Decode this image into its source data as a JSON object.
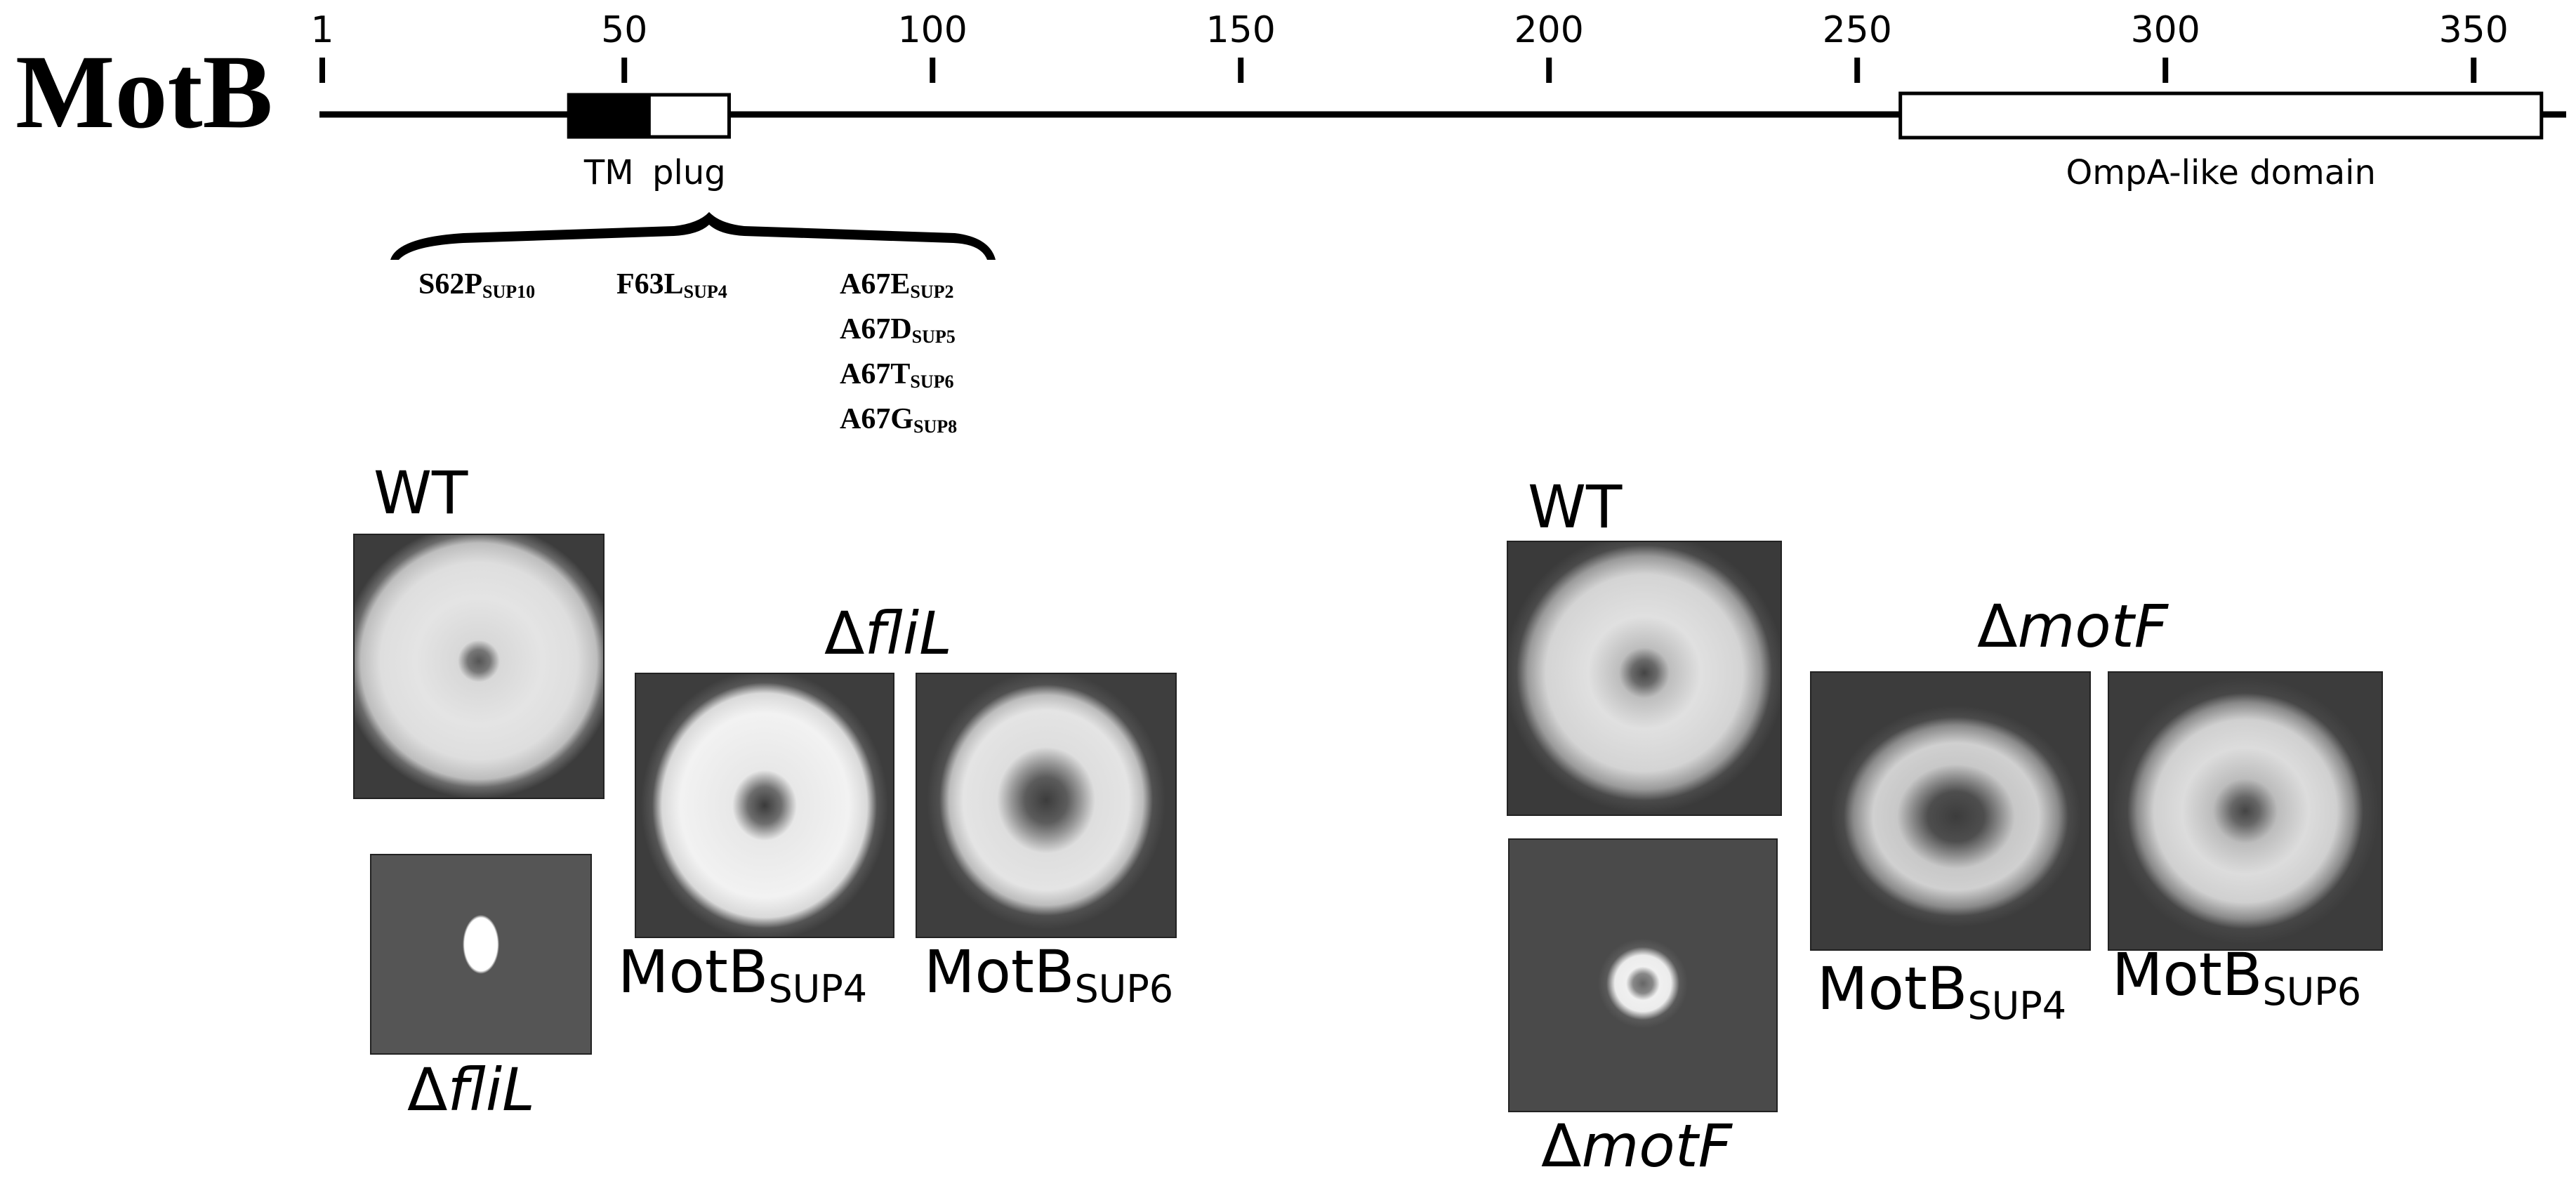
{
  "protein": "MotB",
  "ruler": {
    "ticks": [
      {
        "label": "1",
        "pos": 1
      },
      {
        "label": "50",
        "pos": 50
      },
      {
        "label": "100",
        "pos": 100
      },
      {
        "label": "150",
        "pos": 150
      },
      {
        "label": "200",
        "pos": 200
      },
      {
        "label": "250",
        "pos": 250
      },
      {
        "label": "300",
        "pos": 300
      },
      {
        "label": "350",
        "pos": 350
      }
    ]
  },
  "domains": {
    "tm": {
      "label": "TM",
      "start": 41,
      "end": 54
    },
    "plug": {
      "label": "plug",
      "start": 54,
      "end": 67
    },
    "ompa": {
      "label": "OmpA-like domain",
      "start": 257,
      "end": 361
    }
  },
  "mutations": [
    {
      "name": "S62P",
      "sup": "SUP10"
    },
    {
      "name": "F63L",
      "sup": "SUP4"
    },
    {
      "name": "A67E",
      "sup": "SUP2"
    },
    {
      "name": "A67D",
      "sup": "SUP5"
    },
    {
      "name": "A67T",
      "sup": "SUP6"
    },
    {
      "name": "A67G",
      "sup": "SUP8"
    }
  ],
  "left_panel": {
    "wt_label": "WT",
    "mutant_label": {
      "delta": "Δ",
      "gene": "fliL"
    },
    "group_label": {
      "delta": "Δ",
      "gene": "fliL"
    },
    "sup_a": {
      "base": "MotB",
      "sub": "SUP4"
    },
    "sup_b": {
      "base": "MotB",
      "sub": "SUP6"
    }
  },
  "right_panel": {
    "wt_label": "WT",
    "mutant_label": {
      "delta": "Δ",
      "gene": "motF"
    },
    "group_label": {
      "delta": "Δ",
      "gene": "motF"
    },
    "sup_a": {
      "base": "MotB",
      "sub": "SUP4"
    },
    "sup_b": {
      "base": "MotB",
      "sub": "SUP6"
    }
  },
  "colors": {
    "plate_bg": "#3e3e3e",
    "halo": "#e4e4e4",
    "line": "#000000"
  }
}
